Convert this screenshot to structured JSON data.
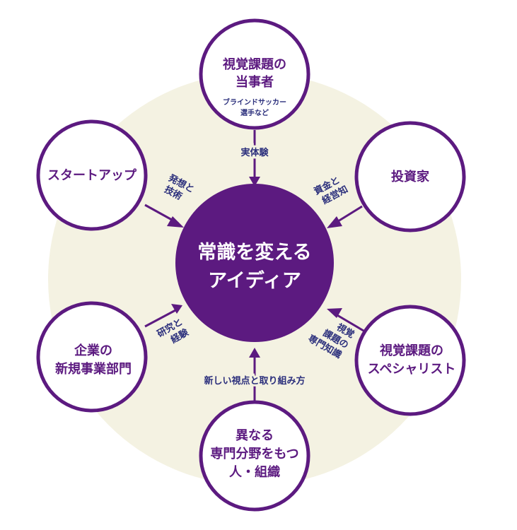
{
  "colors": {
    "purple": "#5c1a80",
    "navy": "#2b2f7c",
    "cream": "#f4f2e2"
  },
  "center": {
    "line1": "常識を変える",
    "line2": "アイディア"
  },
  "nodes": {
    "top": {
      "line1": "視覚課題の",
      "line2": "当事者",
      "sub1": "ブラインドサッカー",
      "sub2": "選手など"
    },
    "top_right": {
      "line1": "投資家"
    },
    "bottom_right": {
      "line1": "視覚課題の",
      "line2": "スペシャリスト"
    },
    "bottom": {
      "line1": "異なる",
      "line2": "専門分野をもつ",
      "line3": "人・組織"
    },
    "bottom_left": {
      "line1": "企業の",
      "line2": "新規事業部門"
    },
    "top_left": {
      "line1": "スタートアップ"
    }
  },
  "edges": {
    "top": {
      "line1": "実体験"
    },
    "top_right": {
      "line1": "資金と",
      "line2": "経営知"
    },
    "bottom_right": {
      "line1": "視覚",
      "line2": "課題の",
      "line3": "専門知識"
    },
    "bottom": {
      "line1": "新しい視点と取り組み方"
    },
    "bottom_left": {
      "line1": "研究と",
      "line2": "経験"
    },
    "top_left": {
      "line1": "発想と",
      "line2": "技術"
    }
  }
}
